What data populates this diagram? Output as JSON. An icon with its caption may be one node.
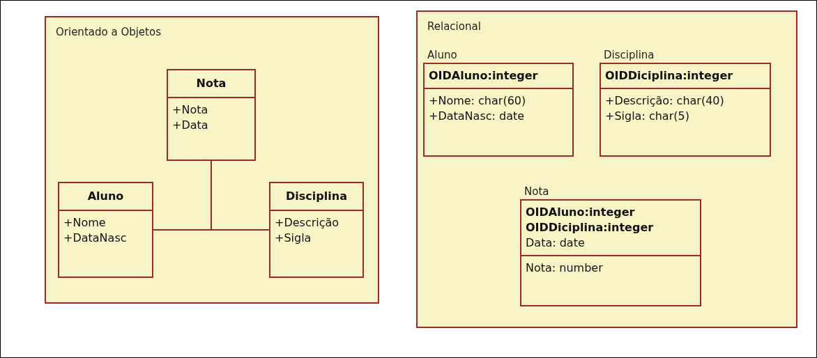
{
  "diagram": {
    "nodes": [
      {
        "text": [
          "Orientado a Objetos"
        ]
      },
      {
        "text": [
          "Nota",
          "+Nota",
          "+Data"
        ],
        "in": 0
      },
      {
        "text": [
          "Aluno",
          "+Nome",
          "+DataNasc"
        ],
        "in": 0
      },
      {
        "text": [
          "Disciplina",
          "+Descrição",
          "+Sigla"
        ],
        "in": 0
      },
      {
        "text": [
          "Relacional"
        ]
      },
      {
        "text": [
          "Aluno",
          "OIDAluno:integer",
          "+Nome: char(60)",
          "+DataNasc: date"
        ],
        "in": 4
      },
      {
        "text": [
          "Disciplina",
          "OIDDiciplina:integer",
          "+Descrição: char(40)",
          "+Sigla: char(5)"
        ],
        "in": 4
      },
      {
        "text": [
          "Nota",
          "OIDAluno:integer",
          "OIDDiciplina:integer",
          "Data: date",
          "Nota: number"
        ],
        "in": 4
      }
    ],
    "edges": [
      {
        "from": 2,
        "to": 3,
        "arrow": "none"
      },
      {
        "from": 1,
        "to": 2,
        "arrow": "none"
      },
      {
        "from": 1,
        "to": 3,
        "arrow": "none"
      }
    ]
  }
}
